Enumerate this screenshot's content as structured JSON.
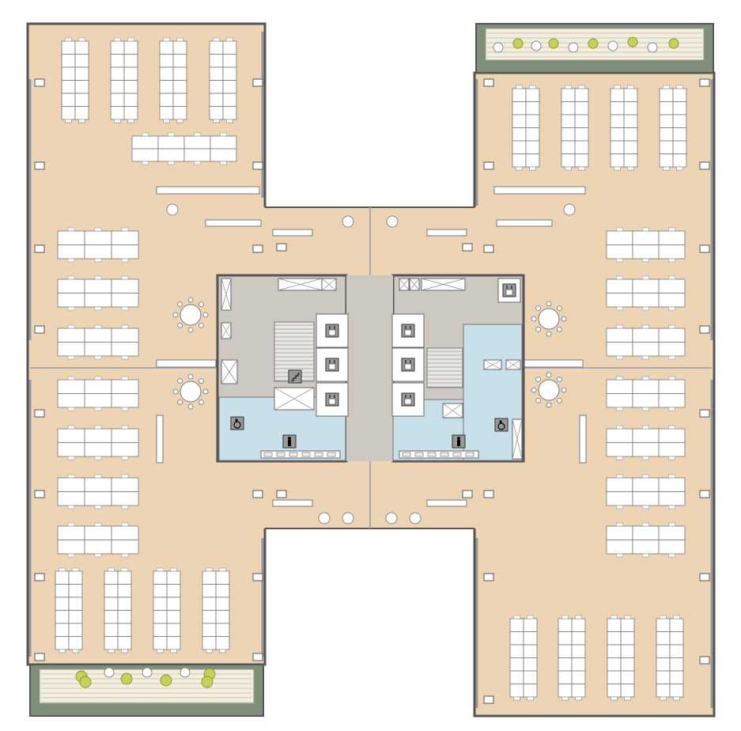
{
  "plan": {
    "colors": {
      "floor": "#ecd4b5",
      "core": "#cdc9c2",
      "restroom": "#c9dfea",
      "wall": "#555555",
      "desk": "#ffffff",
      "desk_stroke": "#777777",
      "terrace_deck": "#f3efdc",
      "planter": "#7e8e78",
      "tree": "#c8cf5a",
      "background": "#ffffff"
    },
    "icons": {
      "elevator": "elevator-icon",
      "stair": "stair-icon",
      "accessible_restroom": "wheelchair-icon",
      "mens_restroom": "man-icon",
      "womens_restroom": "woman-icon"
    },
    "areas": [
      "left-wing",
      "right-wing",
      "center-connector",
      "left-core",
      "right-core",
      "elevator-lobby",
      "north-terrace",
      "south-terrace"
    ]
  }
}
